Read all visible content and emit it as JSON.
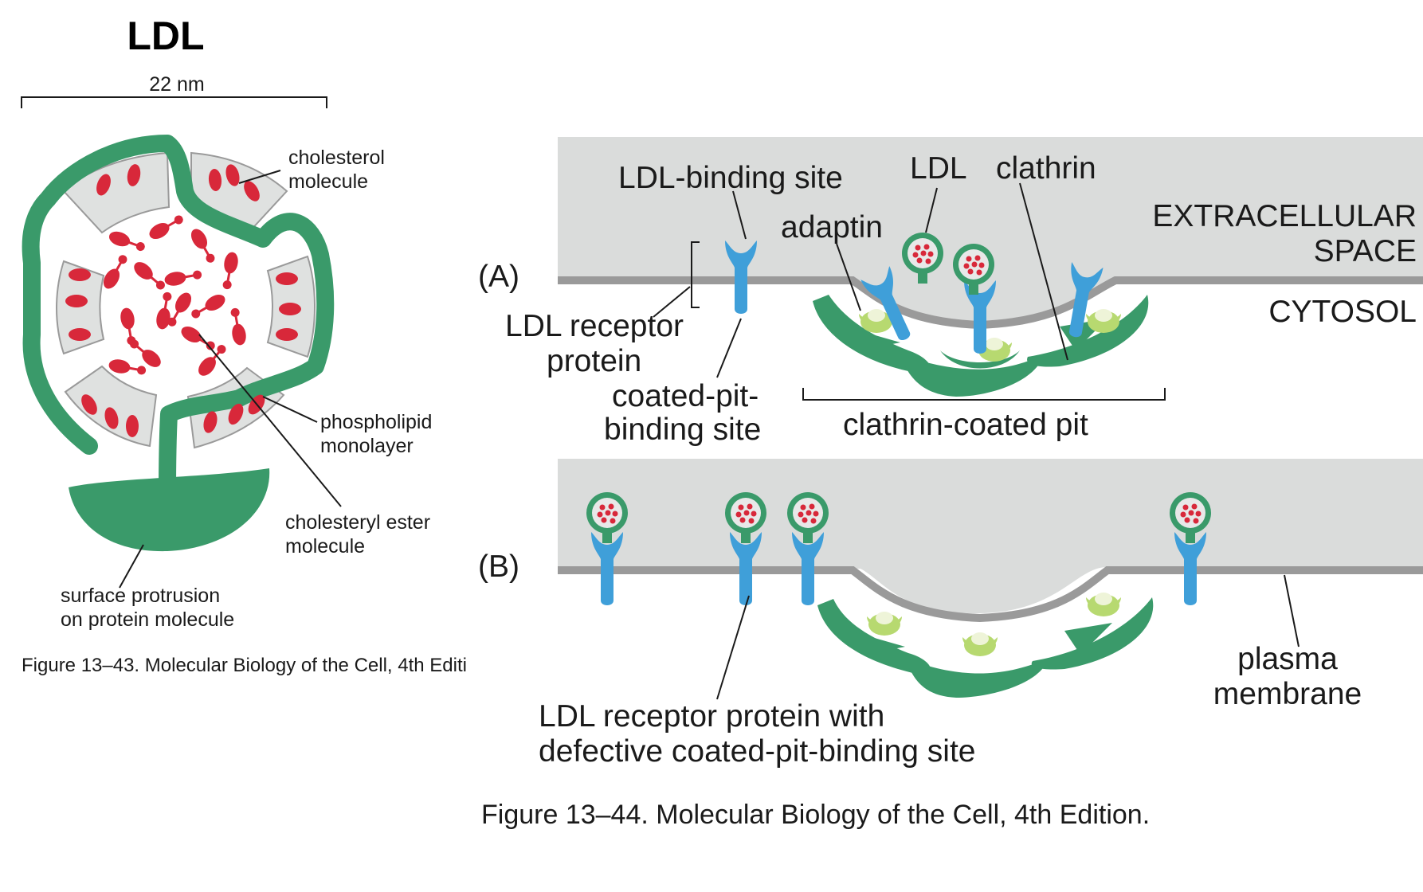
{
  "left_figure": {
    "title": "LDL",
    "scale_label": "22 nm",
    "labels": {
      "cholesterol_1": "cholesterol",
      "cholesterol_2": "molecule",
      "phospholipid_1": "phospholipid",
      "phospholipid_2": "monolayer",
      "ester_1": "cholesteryl ester",
      "ester_2": "molecule",
      "protrusion_1": "surface protrusion",
      "protrusion_2": "on protein molecule"
    },
    "caption": "Figure 13–43. Molecular Biology of the Cell, 4th Editi"
  },
  "right_figure": {
    "panel_a": {
      "letter": "(A)",
      "labels": {
        "binding_site": "LDL-binding site",
        "ldl": "LDL",
        "clathrin": "clathrin",
        "adaptin": "adaptin",
        "extracellular_1": "EXTRACELLULAR",
        "extracellular_2": "SPACE",
        "cytosol": "CYTOSOL",
        "receptor_1": "LDL receptor",
        "receptor_2": "protein",
        "coated_1": "coated-pit-",
        "coated_2": "binding site",
        "pit": "clathrin-coated pit"
      }
    },
    "panel_b": {
      "letter": "(B)",
      "labels": {
        "plasma_1": "plasma",
        "plasma_2": "membrane",
        "defective_1": "LDL receptor protein with",
        "defective_2": "defective coated-pit-binding site"
      }
    },
    "caption": "Figure 13–44. Molecular Biology of the Cell, 4th Edition."
  },
  "colors": {
    "protein_green": "#3a9a6a",
    "protein_green_dark": "#2f8559",
    "cholesterol_red": "#d8283a",
    "shell_gray": "#dfe1e0",
    "extracellular_gray": "#dadcdb",
    "membrane_gray": "#9a9a9a",
    "receptor_blue": "#3f9fd9",
    "adaptin_lime": "#b7d970"
  }
}
